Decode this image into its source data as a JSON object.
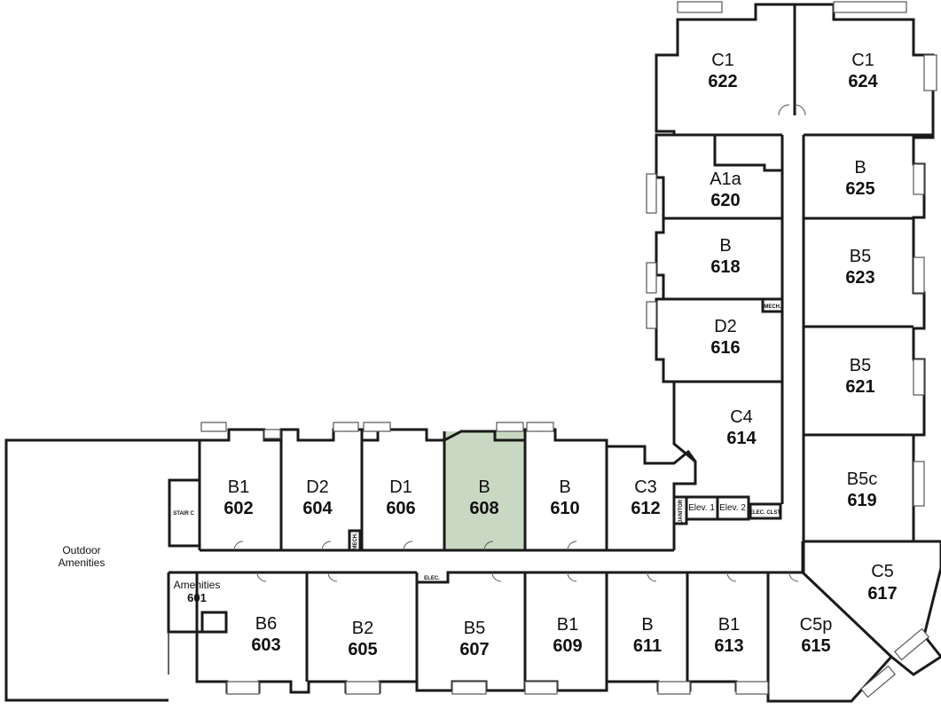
{
  "units": {
    "u622": {
      "type": "C1",
      "number": "622"
    },
    "u624": {
      "type": "C1",
      "number": "624"
    },
    "u620": {
      "type": "A1a",
      "number": "620"
    },
    "u625": {
      "type": "B",
      "number": "625"
    },
    "u618": {
      "type": "B",
      "number": "618"
    },
    "u623": {
      "type": "B5",
      "number": "623"
    },
    "u616": {
      "type": "D2",
      "number": "616"
    },
    "u621": {
      "type": "B5",
      "number": "621"
    },
    "u614": {
      "type": "C4",
      "number": "614"
    },
    "u619": {
      "type": "B5c",
      "number": "619"
    },
    "u617": {
      "type": "C5",
      "number": "617"
    },
    "u602": {
      "type": "B1",
      "number": "602"
    },
    "u604": {
      "type": "D2",
      "number": "604"
    },
    "u606": {
      "type": "D1",
      "number": "606"
    },
    "u608": {
      "type": "B",
      "number": "608"
    },
    "u610": {
      "type": "B",
      "number": "610"
    },
    "u612": {
      "type": "C3",
      "number": "612"
    },
    "u603": {
      "type": "B6",
      "number": "603"
    },
    "u605": {
      "type": "B2",
      "number": "605"
    },
    "u607": {
      "type": "B5",
      "number": "607"
    },
    "u609": {
      "type": "B1",
      "number": "609"
    },
    "u611": {
      "type": "B",
      "number": "611"
    },
    "u613": {
      "type": "B1",
      "number": "613"
    },
    "u615": {
      "type": "C5p",
      "number": "615"
    }
  },
  "highlight_color": "#c9d8c3",
  "highlighted_unit": "608",
  "amenities": {
    "outdoor_line1": "Outdoor",
    "outdoor_line2": "Amenities",
    "indoor_label": "Amenities",
    "indoor_number": "601"
  },
  "service": {
    "stair": "STAIR C",
    "mech1": "MECH.",
    "mech2": "MECH.",
    "elec": "ELEC.",
    "janitor": "JANITOR",
    "elev1": "Elev. 1",
    "elev2": "Elev. 2",
    "elec_clst": "ELEC. CLST."
  }
}
